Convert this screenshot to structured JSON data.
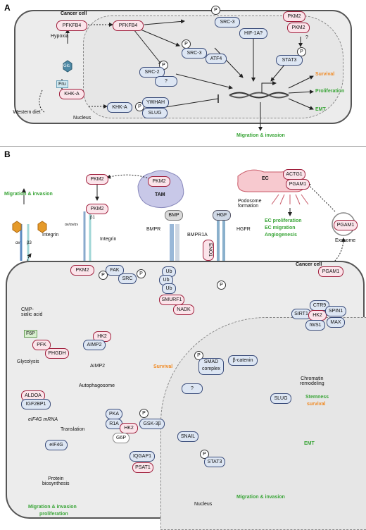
{
  "panel_a": {
    "letter": "A",
    "cancer_cell": "Cancer cell",
    "nucleus": "Nucleus",
    "pfkfb4_cyto": "PFKFB4",
    "hypoxia": "Hypoxia",
    "glc": "Glc",
    "fru": "Fru",
    "khk_a_cyto": "KHK-A",
    "western_diet": "Western diet",
    "pfkfb4_nuc": "PFKFB4",
    "src3_a": "SRC-3",
    "hif1a": "HIF-1A?",
    "src3_b": "SRC-3",
    "atf4": "ATF4",
    "src2": "SRC-2",
    "src2_q": "?",
    "pkm2_a": "PKM2",
    "pkm2_b": "PKM2",
    "stat3": "STAT3",
    "pkm2_q": "?",
    "khk_a_nuc": "KHK-A",
    "ywhah": "YWHAH",
    "slug": "SLUG",
    "survival": "Survival",
    "proliferation": "Proliferation",
    "emt": "EMT",
    "migration": "Migration & invasion",
    "p": "P"
  },
  "panel_b": {
    "letter": "B",
    "migration_top": "Migration & invasion",
    "integrin_left": "Integrin",
    "cmp_sialic": "CMP-\nsialic acid",
    "alpha_v": "αv",
    "beta3": "β3",
    "pkm2_tam": "PKM2",
    "tam": "TAM",
    "pkm2_mid": "PKM2",
    "pkm2_top": "PKM2",
    "integrin_mid": "Integrin",
    "alpha_v_mid": "αv/αv/αv",
    "beta1": "β1",
    "bmp": "BMP",
    "bmpr": "BMPR",
    "bmpr1a": "BMPR1A",
    "hgf": "HGF",
    "hgfr": "HGFR",
    "eno1": "ENO1",
    "ec": "EC",
    "actg1": "ACTG1",
    "pgam1_ec": "PGAM1",
    "podosome": "Podosome\nformation",
    "ec_outcomes": [
      "EC proliferation",
      "EC migration",
      "Angiogenesis"
    ],
    "pgam1_exo": "PGAM1",
    "exosome": "Exosome",
    "pgam1_cell": "PGAM1",
    "cancer_cell": "Cancer cell",
    "pkm2_left": "PKM2",
    "fak": "FAK",
    "src": "SRC",
    "ub": "Ub",
    "smurf1": "SMURF1",
    "nadk": "NADK",
    "f6p": "F6P",
    "pfk": "PFK",
    "phgdh": "PHGDH",
    "glycolysis": "Glycolysis",
    "hk2_a": "HK2",
    "aimp2_a": "AIMP2",
    "aimp2_b": "AIMP2",
    "autophagosome": "Autophagosome",
    "survival": "Survival",
    "smad": "SMAD\ncomplex",
    "beta_catenin": "β-catenin",
    "ctr9": "CTR9",
    "sirt1": "SIRT1",
    "hk2_b": "HK2",
    "spin1": "SPIN1",
    "iws1": "IWS1",
    "max": "MAX",
    "chromatin": "Chromatin\nremodeling",
    "stemness": "Stemness",
    "stem_survival": "survival",
    "aldoa": "ALDOA",
    "igf2bp1": "IGF2BP1",
    "eif4g_mrna": "eIF4G mRNA",
    "translation": "Translation",
    "eif4g": "eIF4G",
    "protein": "Protein\nbiosynthesis",
    "q": "?",
    "slug": "SLUG",
    "pka": "PKA",
    "r1a": "R1A",
    "hk2_c": "HK2",
    "gsk": "GSK-3β",
    "g6p": "G6P",
    "snail": "SNAIL",
    "iqgap1": "IQGAP1",
    "psat1": "PSAT1",
    "stat3": "STAT3",
    "emt": "EMT",
    "nucleus": "Nucleus",
    "migration_bottom": "Migration & invasion",
    "migration_left": "Migration & invasion",
    "proliferation_left": "proliferation",
    "p": "P"
  },
  "colors": {
    "green": "#3aa538",
    "orange": "#f08a24",
    "red_border": "#a0203d",
    "blue_border": "#3a4c7a"
  }
}
